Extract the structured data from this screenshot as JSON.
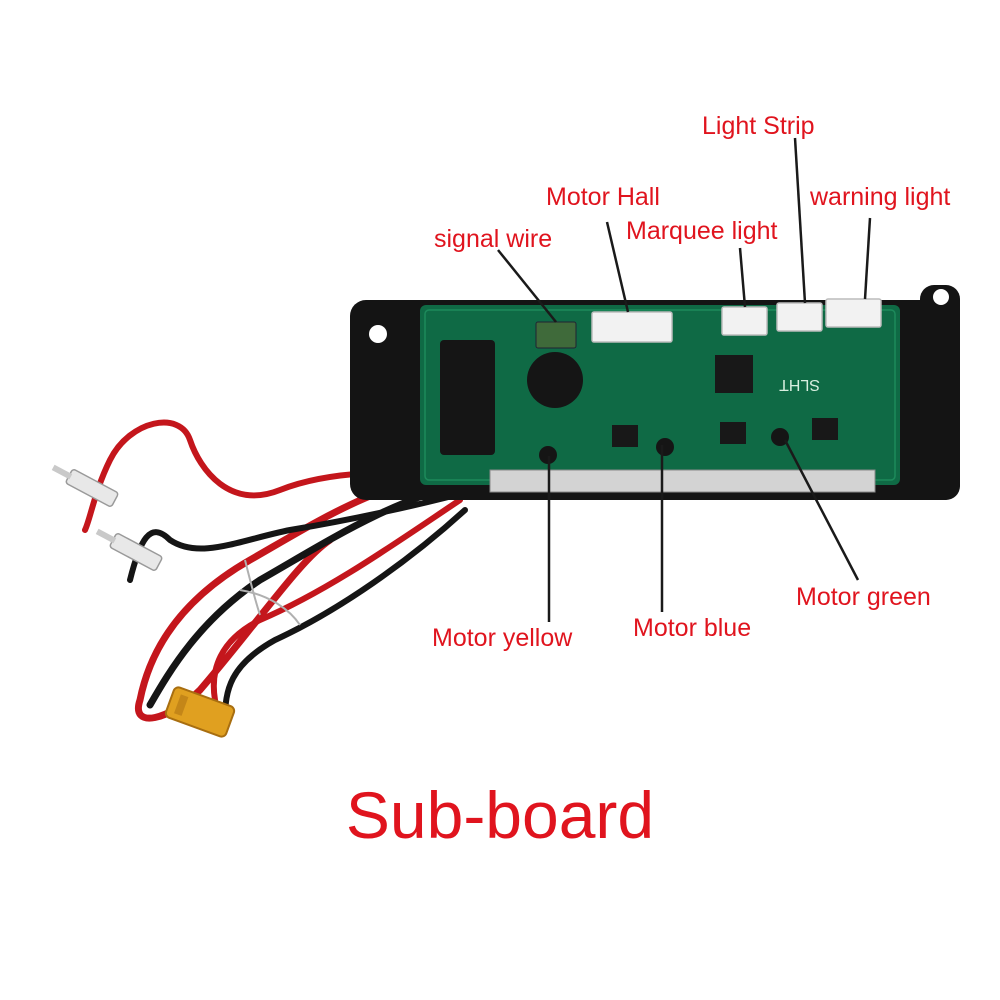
{
  "title": "Sub-board",
  "colors": {
    "label": "#e0141e",
    "pcb": "#0f6a45",
    "frame": "#141414",
    "connector": "#f2f2f2",
    "wire_red": "#c4161c",
    "wire_black": "#151515",
    "plug": "#e0a020"
  },
  "callouts": {
    "signal_wire": "signal wire",
    "motor_hall": "Motor Hall",
    "marquee_light": "Marquee light",
    "light_strip": "Light Strip",
    "warning_light": "warning light",
    "motor_yellow": "Motor yellow",
    "motor_blue": "Motor blue",
    "motor_green": "Motor green"
  },
  "board": {
    "silkscreen": "SLHT"
  }
}
